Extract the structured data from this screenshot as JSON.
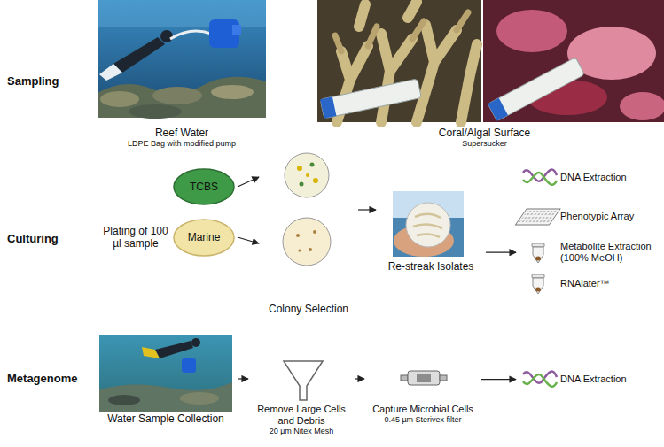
{
  "diagram": {
    "nodes": [
      {
        "text": [
          "Reef Water",
          "LDPE Bag with modified pump"
        ]
      },
      {
        "text": [
          "Coral/Algal Surface",
          "Supersucker"
        ]
      },
      {
        "text": [
          "TCBS"
        ]
      },
      {
        "text": [
          "Marine"
        ]
      },
      {
        "text": [
          "Colony Selection"
        ]
      },
      {
        "text": [
          "Re-streak Isolates"
        ]
      },
      {
        "text": [
          "DNA Extraction"
        ]
      },
      {
        "text": [
          "Phenotypic Array"
        ]
      },
      {
        "text": [
          "Metabolite Extraction (100% MeOH)"
        ]
      },
      {
        "text": [
          "RNAlater™"
        ]
      },
      {
        "text": [
          "Water Sample Collection"
        ]
      },
      {
        "text": [
          "Remove Large Cells and Debris",
          "20 µm Nitex Mesh"
        ]
      },
      {
        "text": [
          "Capture Microbial Cells",
          "0.45 µm Sterivex filter"
        ]
      },
      {
        "text": [
          "DNA Extraction"
        ]
      }
    ],
    "edges": [
      {
        "from": 2,
        "to": 4,
        "arrow": "to"
      },
      {
        "from": 3,
        "to": 4,
        "arrow": "to"
      },
      {
        "from": 4,
        "to": 5,
        "arrow": "to"
      },
      {
        "from": 5,
        "to": 8,
        "arrow": "to"
      },
      {
        "from": 10,
        "to": 11,
        "arrow": "to"
      },
      {
        "from": 11,
        "to": 12,
        "arrow": "to"
      },
      {
        "from": 12,
        "to": 13,
        "arrow": "to"
      }
    ],
    "labels": [
      "Sampling",
      "Culturing",
      "Metagenome",
      "Plating of 100 µl sample"
    ]
  }
}
